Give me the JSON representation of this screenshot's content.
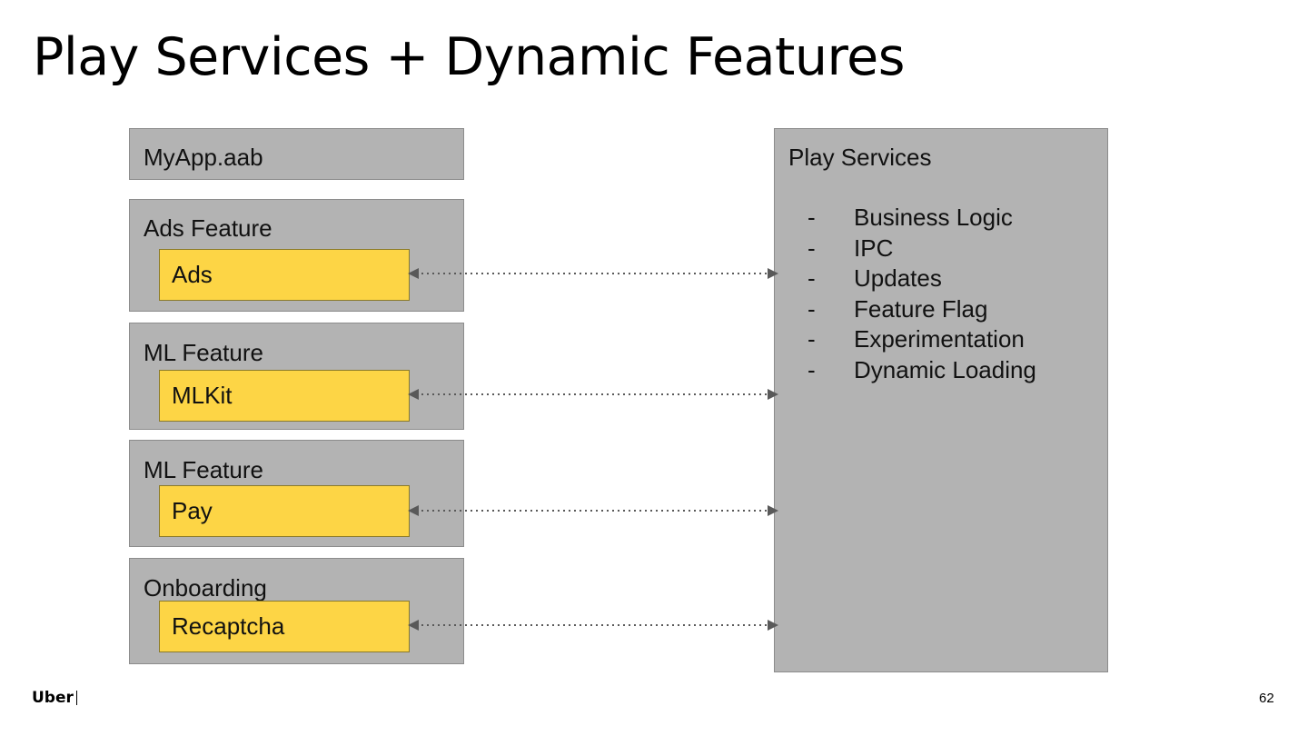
{
  "slide": {
    "title": "Play Services + Dynamic Features",
    "page_number": "62",
    "logo_text": "Uber"
  },
  "app_bundle": {
    "label": "MyApp.aab"
  },
  "features": [
    {
      "label": "Ads Feature",
      "module": "Ads"
    },
    {
      "label": "ML Feature",
      "module": "MLKit"
    },
    {
      "label": "ML Feature",
      "module": "Pay"
    },
    {
      "label": "Onboarding",
      "module": "Recaptcha"
    }
  ],
  "play_services": {
    "label": "Play Services",
    "items": [
      {
        "bullet": "-",
        "text": "Business Logic"
      },
      {
        "bullet": "-",
        "text": "IPC"
      },
      {
        "bullet": "-",
        "text": "Updates"
      },
      {
        "bullet": "-",
        "text": "Feature Flag"
      },
      {
        "bullet": "-",
        "text": "Experimentation"
      },
      {
        "bullet": "-",
        "text": "Dynamic Loading"
      }
    ]
  },
  "colors": {
    "container_fill": "#b3b3b3",
    "module_fill": "#fdd545",
    "arrow": "#595959"
  }
}
